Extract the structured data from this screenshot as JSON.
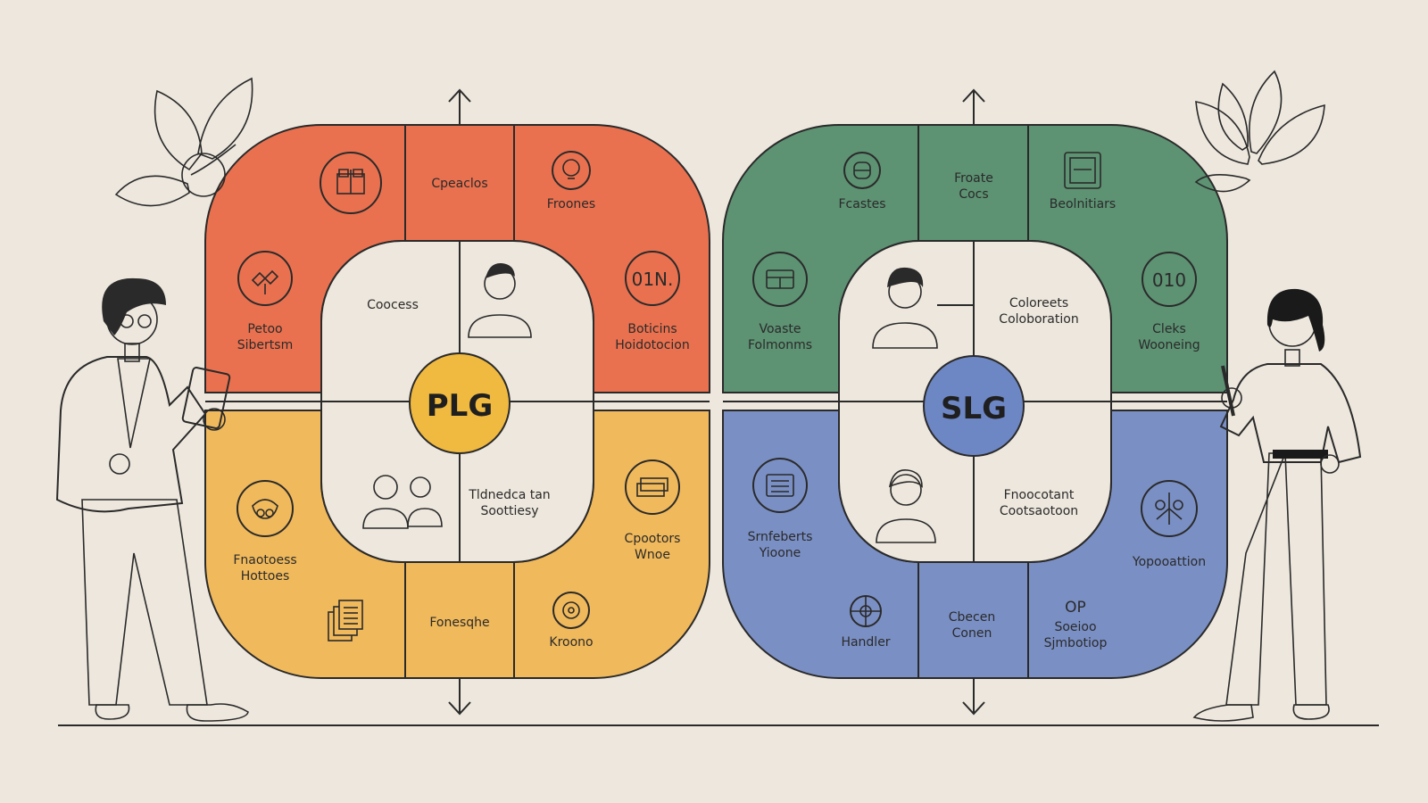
{
  "colors": {
    "background": "#ede7dd",
    "plg_top": "#e9714f",
    "plg_bottom": "#f0b95b",
    "slg_top": "#5d9273",
    "slg_bottom": "#7a8fc4",
    "inner": "#ede7dd",
    "ink": "#2a2a2a",
    "plg_hub": "#f0b93f",
    "slg_hub": "#6d86c4"
  },
  "plg": {
    "hub_label": "PLG",
    "top_left": {
      "line1": "Petoo",
      "line2": "Sibertsm",
      "icon": "puzzle-icon"
    },
    "top_mid_left": {
      "line1": "",
      "line2": "",
      "icon": "gift-icon"
    },
    "top_mid": {
      "line1": "Cpeaclos",
      "line2": ""
    },
    "top_mid_right": {
      "line1": "Froones",
      "line2": "",
      "icon": "lightbulb-icon"
    },
    "top_right": {
      "line1": "Boticins",
      "line2": "Hoidotocion",
      "icon": "binary-icon",
      "icon_text": "01N."
    },
    "inner_left": {
      "line1": "Coocess"
    },
    "inner_bottom_right": {
      "line1": "Tldnedca tan",
      "line2": "Soottiesy"
    },
    "bottom_left": {
      "line1": "Fnaotoess",
      "line2": "Hottoes",
      "icon": "handshake-icon"
    },
    "bottom_mid": {
      "line1": "Fonesqhe"
    },
    "bottom_mid_right": {
      "line1": "Kroono",
      "icon": "gear-icon"
    },
    "bottom_right": {
      "line1": "Cpootors",
      "line2": "Wnoe",
      "icon": "cards-icon"
    }
  },
  "slg": {
    "hub_label": "SLG",
    "top_mid_left": {
      "line1": "Fcastes",
      "icon": "database-icon"
    },
    "top_mid": {
      "line1": "Froate",
      "line2": "Cocs"
    },
    "top_mid_right": {
      "line1": "Beolnitiars",
      "icon": "browser-icon"
    },
    "left_upper": {
      "line1": "Voaste",
      "line2": "Folmonms",
      "icon": "window-icon"
    },
    "right_upper": {
      "line1": "Cleks",
      "line2": "Wooneing",
      "icon": "binary-icon",
      "icon_text": "010"
    },
    "inner_top_right": {
      "line1": "Coloreets",
      "line2": "Coloboration"
    },
    "inner_bottom_right": {
      "line1": "Fnoocotant",
      "line2": "Cootsaotoon"
    },
    "left_lower": {
      "line1": "Srnfeberts",
      "line2": "Yioone",
      "icon": "document-icon"
    },
    "right_lower": {
      "line1": "Yopooattion",
      "icon": "network-icon"
    },
    "bottom_mid_left": {
      "line1": "Handler",
      "icon": "wheel-icon"
    },
    "bottom_mid": {
      "line1": "Cbecen",
      "line2": "Conen"
    },
    "bottom_mid_right": {
      "line1": "Soeioo",
      "line2": "Sjmbotiop",
      "icon": "keys-icon",
      "icon_text": "O⁠P"
    }
  }
}
